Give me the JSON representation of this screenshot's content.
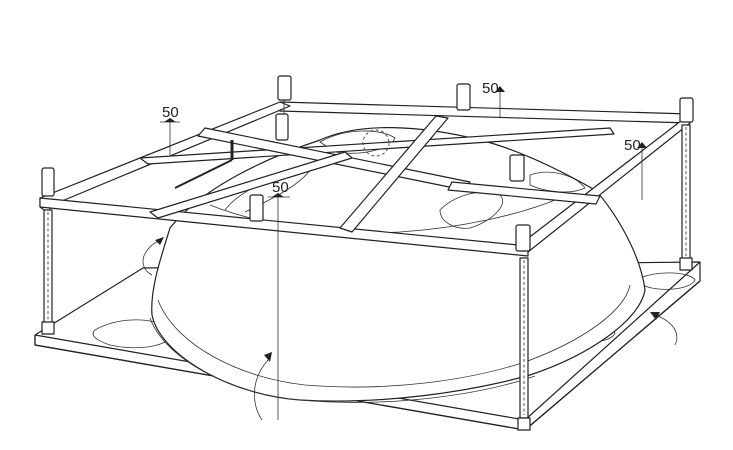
{
  "diagram": {
    "dimension_labels": {
      "left": "50",
      "front": "50",
      "back": "50",
      "right": "50"
    }
  }
}
